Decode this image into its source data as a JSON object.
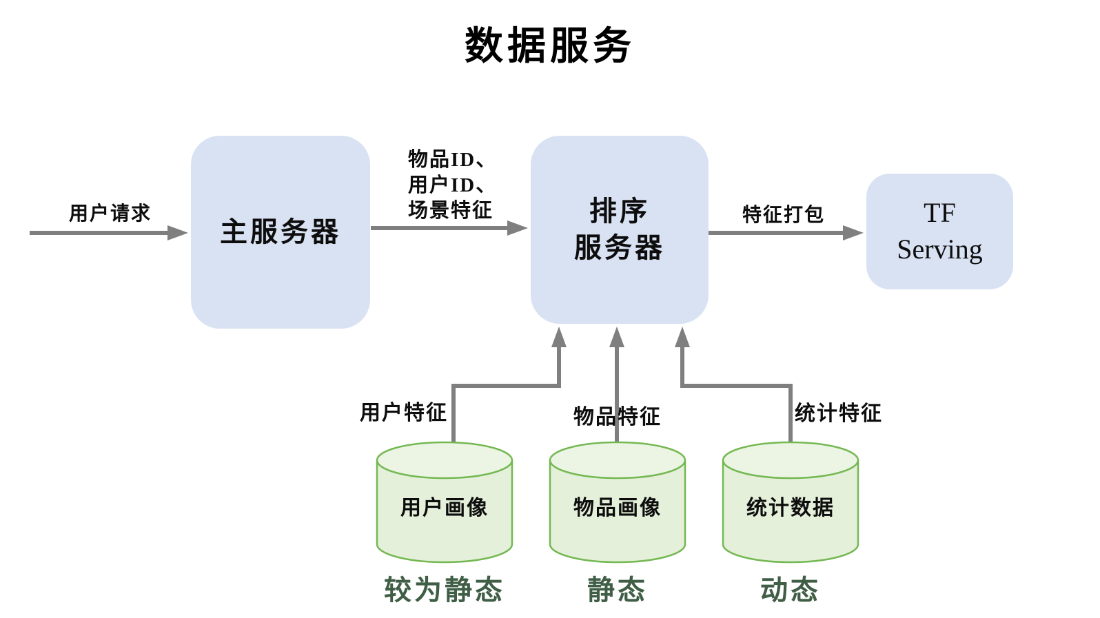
{
  "title": "数据服务",
  "colors": {
    "node_fill": "#d9e2f3",
    "arrow": "#7f7f7f",
    "db_body_fill": "#e4f0d9",
    "db_cap_fill": "#ecf5e3",
    "db_stroke": "#74b852",
    "mode_text": "#3f5e45",
    "text": "#0d0d0d"
  },
  "nodes": {
    "main_server": {
      "label": "主服务器"
    },
    "ranking_server": {
      "line1": "排序",
      "line2": "服务器"
    },
    "tf_serving": {
      "line1": "TF",
      "line2": "Serving"
    }
  },
  "edges": {
    "user_request": {
      "label": "用户请求"
    },
    "id_features": {
      "lines": [
        "物品ID、",
        "用户ID、",
        "场景特征"
      ]
    },
    "feature_pack": {
      "label": "特征打包"
    }
  },
  "databases": [
    {
      "name": "用户画像",
      "feature_label": "用户特征",
      "mode": "较为静态"
    },
    {
      "name": "物品画像",
      "feature_label": "物品特征",
      "mode": "静态"
    },
    {
      "name": "统计数据",
      "feature_label": "统计特征",
      "mode": "动态"
    }
  ]
}
